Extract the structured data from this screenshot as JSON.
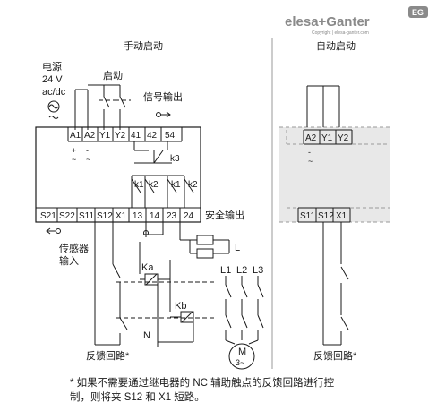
{
  "brand": {
    "logo": "elesa+Ganter",
    "badge": "EG",
    "copyright": "Copyright | elesa-ganter.com"
  },
  "left_panel": {
    "title": "手动启动",
    "power": [
      "电源",
      "24 V",
      "ac/dc"
    ],
    "start_label": "启动",
    "signal_output": "信号输出",
    "safe_output": "安全输出",
    "sensor_input": [
      "传感器",
      "输入"
    ],
    "feedback": "反馈回路*",
    "top_terminals": [
      "A1",
      "A2",
      "Y1",
      "Y2",
      "41",
      "42",
      "54"
    ],
    "bottom_terminals": [
      "S21",
      "S22",
      "S11",
      "S12",
      "X1",
      "13",
      "14",
      "23",
      "24"
    ],
    "relay_labels": [
      "k3",
      "k1",
      "k2",
      "k1",
      "k2"
    ],
    "polarity_a1": [
      "+",
      "~"
    ],
    "polarity_a2": [
      "-",
      "~"
    ],
    "coil_ka": "Ka",
    "coil_kb": "Kb",
    "load_l": "L",
    "phases": [
      "L1",
      "L2",
      "L3"
    ],
    "neutral": "N",
    "motor": [
      "M",
      "3~"
    ]
  },
  "right_panel": {
    "title": "自动启动",
    "top_terminals": [
      "A2",
      "Y1",
      "Y2"
    ],
    "bottom_terminals": [
      "S11",
      "S12",
      "X1"
    ],
    "polarity": [
      "-",
      "~"
    ],
    "feedback": "反馈回路*"
  },
  "footnote": [
    "* 如果不需要通过继电器的 NC 辅助触点的反馈回路进行控",
    "制，则将夹 S12 和 X1 短路。"
  ]
}
